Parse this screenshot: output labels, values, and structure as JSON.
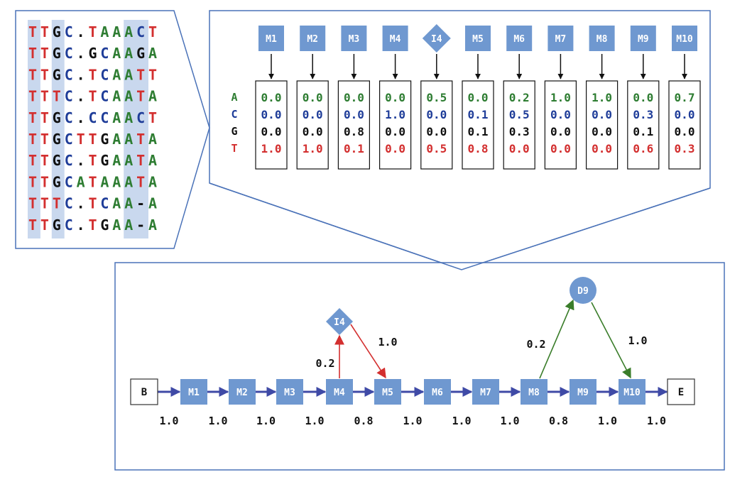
{
  "colors": {
    "A": "#2e7d32",
    "C": "#1f3d99",
    "G": "#111111",
    "T": "#d32f2f",
    "highlight": "#c9d8ee",
    "state": "#6f98d0",
    "panel_border": "#4a72b8",
    "forward_arrow": "#3f4aa6",
    "insert_arrow": "#d32f2f",
    "delete_arrow": "#3a7d2a"
  },
  "alignment": [
    "TTGC.TAAACT",
    "TTGC.GCAAGA",
    "TTGC.TCAATT",
    "TTTC.TCAATA",
    "TTGC.CCAACT",
    "TTGCTTGAATA",
    "TTGC.TGAATA",
    "TTGCATAAATA",
    "TTTC.TCAA-A",
    "TTGC.TGAA-A"
  ],
  "emission_panel": {
    "row_labels": [
      "A",
      "C",
      "G",
      "T"
    ],
    "states": [
      {
        "label": "M1",
        "shape": "square",
        "values": [
          "0.0",
          "0.0",
          "0.0",
          "1.0"
        ]
      },
      {
        "label": "M2",
        "shape": "square",
        "values": [
          "0.0",
          "0.0",
          "0.0",
          "1.0"
        ]
      },
      {
        "label": "M3",
        "shape": "square",
        "values": [
          "0.0",
          "0.0",
          "0.8",
          "0.1"
        ]
      },
      {
        "label": "M4",
        "shape": "square",
        "values": [
          "0.0",
          "1.0",
          "0.0",
          "0.0"
        ]
      },
      {
        "label": "I4",
        "shape": "diamond",
        "values": [
          "0.5",
          "0.0",
          "0.0",
          "0.5"
        ]
      },
      {
        "label": "M5",
        "shape": "square",
        "values": [
          "0.0",
          "0.1",
          "0.1",
          "0.8"
        ]
      },
      {
        "label": "M6",
        "shape": "square",
        "values": [
          "0.2",
          "0.5",
          "0.3",
          "0.0"
        ]
      },
      {
        "label": "M7",
        "shape": "square",
        "values": [
          "1.0",
          "0.0",
          "0.0",
          "0.0"
        ]
      },
      {
        "label": "M8",
        "shape": "square",
        "values": [
          "1.0",
          "0.0",
          "0.0",
          "0.0"
        ]
      },
      {
        "label": "M9",
        "shape": "square",
        "values": [
          "0.0",
          "0.3",
          "0.1",
          "0.6"
        ]
      },
      {
        "label": "M10",
        "shape": "square",
        "values": [
          "0.7",
          "0.0",
          "0.0",
          "0.3"
        ]
      }
    ]
  },
  "profile_hmm": {
    "begin_label": "B",
    "end_label": "E",
    "match_states": [
      "M1",
      "M2",
      "M3",
      "M4",
      "M5",
      "M6",
      "M7",
      "M8",
      "M9",
      "M10"
    ],
    "insert_state": "I4",
    "delete_state": "D9",
    "bottom_probs": [
      "1.0",
      "1.0",
      "1.0",
      "1.0",
      "0.8",
      "1.0",
      "1.0",
      "1.0",
      "0.8",
      "1.0",
      "1.0"
    ],
    "insert_in_prob": "0.2",
    "insert_out_prob": "1.0",
    "delete_in_prob": "0.2",
    "delete_out_prob": "1.0"
  }
}
